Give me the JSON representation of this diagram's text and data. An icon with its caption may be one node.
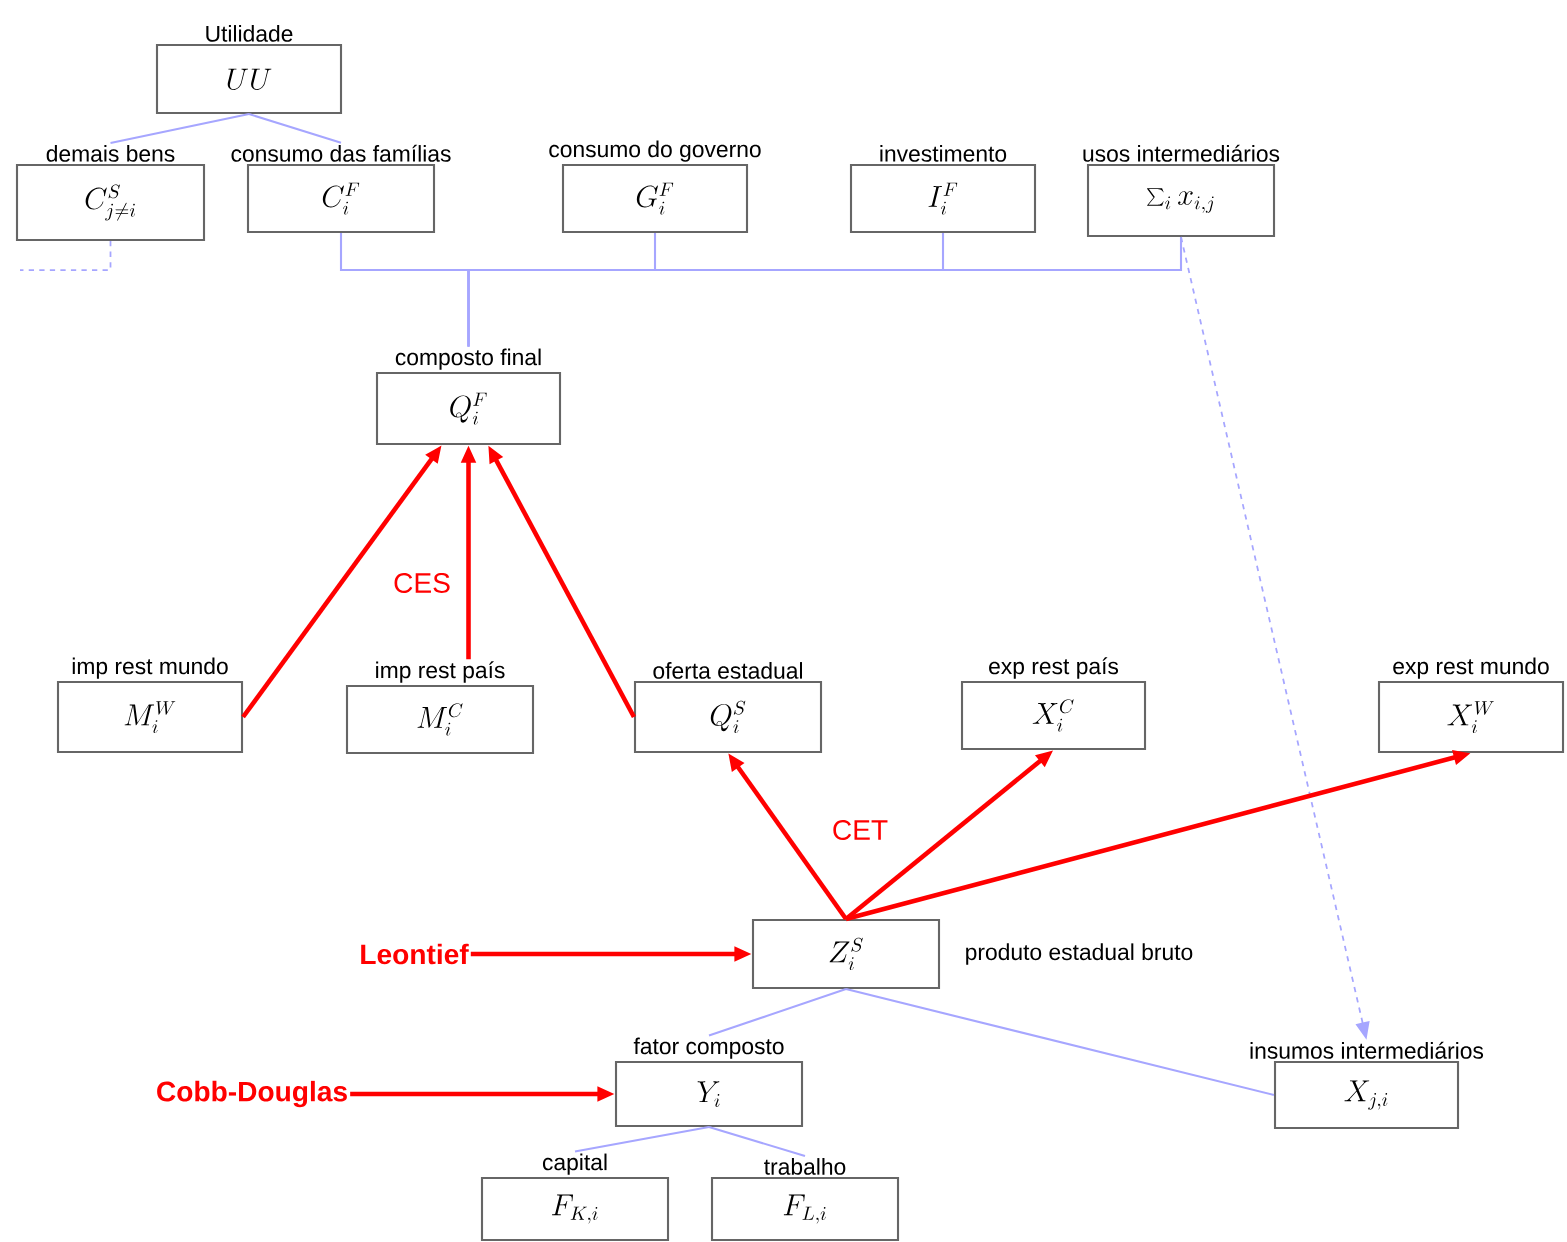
{
  "diagram": {
    "nodes": [
      {
        "text": [
          "Utilidade",
          "UU"
        ]
      },
      {
        "text": [
          "demais bens",
          "C^{S}_{j\\neq i}"
        ]
      },
      {
        "text": [
          "consumo das famílias",
          "C^{F}_{i}"
        ]
      },
      {
        "text": [
          "consumo do governo",
          "G^{F}_{i}"
        ]
      },
      {
        "text": [
          "investimento",
          "I^{F}_{i}"
        ]
      },
      {
        "text": [
          "usos intermediários",
          "\\sum_{i} x_{i,j}"
        ]
      },
      {
        "text": [
          "composto final",
          "Q^{F}_{i}"
        ]
      },
      {
        "text": [
          "imp rest mundo",
          "M^{W}_{i}"
        ]
      },
      {
        "text": [
          "imp rest país",
          "M^{C}_{i}"
        ]
      },
      {
        "text": [
          "oferta estadual",
          "Q^{S}_{i}"
        ]
      },
      {
        "text": [
          "exp rest país",
          "X^{C}_{i}"
        ]
      },
      {
        "text": [
          "exp rest mundo",
          "X^{W}_{i}"
        ]
      },
      {
        "text": [
          "Z^{S}_{i}"
        ],
        "beside": [
          "produto estadual bruto"
        ]
      },
      {
        "text": [
          "fator composto",
          "Y_{i}"
        ]
      },
      {
        "text": [
          "insumos intermediários",
          "X_{j,i}"
        ]
      },
      {
        "text": [
          "capital",
          "F_{K,i}"
        ]
      },
      {
        "text": [
          "trabalho",
          "F_{L,i}"
        ]
      },
      {
        "text": [
          "Leontief"
        ]
      },
      {
        "text": [
          "Cobb-Douglas"
        ]
      }
    ],
    "edges": [
      {
        "from": 0,
        "to": 1,
        "arrow": "none"
      },
      {
        "from": 0,
        "to": 2,
        "arrow": "none"
      },
      {
        "from": 1,
        "to": null,
        "arrow": "none",
        "style": "dashed"
      },
      {
        "from": 2,
        "to": 6,
        "arrow": "none"
      },
      {
        "from": 3,
        "to": 6,
        "arrow": "none"
      },
      {
        "from": 4,
        "to": 6,
        "arrow": "none"
      },
      {
        "from": 5,
        "to": 6,
        "arrow": "none"
      },
      {
        "from": 5,
        "to": 14,
        "arrow": "to",
        "style": "dashed"
      },
      {
        "from": 7,
        "to": 6,
        "arrow": "to",
        "style": "thick",
        "color": "#ff0000"
      },
      {
        "from": 8,
        "to": 6,
        "arrow": "to",
        "style": "thick",
        "color": "#ff0000"
      },
      {
        "from": 9,
        "to": 6,
        "arrow": "to",
        "style": "thick",
        "color": "#ff0000"
      },
      {
        "from": 12,
        "to": 9,
        "arrow": "to",
        "style": "thick",
        "color": "#ff0000"
      },
      {
        "from": 12,
        "to": 10,
        "arrow": "to",
        "style": "thick",
        "color": "#ff0000"
      },
      {
        "from": 12,
        "to": 11,
        "arrow": "to",
        "style": "thick",
        "color": "#ff0000"
      },
      {
        "from": 17,
        "to": 12,
        "arrow": "to",
        "style": "thick",
        "color": "#ff0000"
      },
      {
        "from": 18,
        "to": 13,
        "arrow": "to",
        "style": "thick",
        "color": "#ff0000"
      },
      {
        "from": 12,
        "to": 13,
        "arrow": "none"
      },
      {
        "from": 12,
        "to": 14,
        "arrow": "none"
      },
      {
        "from": 13,
        "to": 15,
        "arrow": "none"
      },
      {
        "from": 13,
        "to": 16,
        "arrow": "none"
      }
    ],
    "labels": [
      "CES",
      "CET"
    ]
  }
}
